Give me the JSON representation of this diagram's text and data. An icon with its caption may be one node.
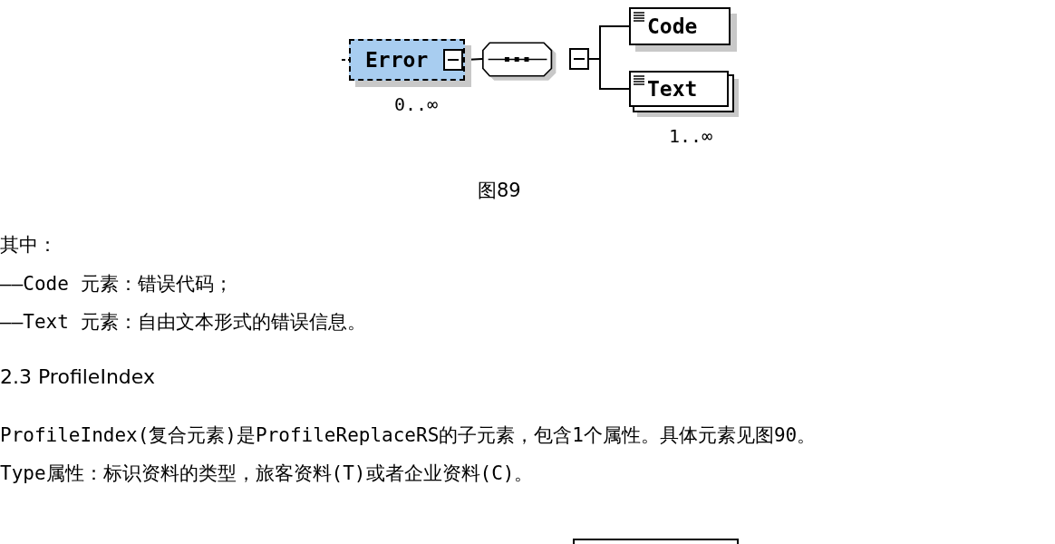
{
  "diagram": {
    "nodes": [
      {
        "text": [
          "Error"
        ],
        "beside": [
          "0..∞"
        ]
      },
      {
        "text": [],
        "shape": "octagon"
      },
      {
        "text": [
          "Code"
        ]
      },
      {
        "text": [
          "Text"
        ],
        "beside": [
          "1..∞"
        ]
      },
      {
        "text": [],
        "shape": "box"
      }
    ],
    "edges": [
      {
        "from": null,
        "to": 0,
        "arrow": "none",
        "style": "dashed"
      },
      {
        "from": 0,
        "to": 1,
        "arrow": "none"
      },
      {
        "from": 1,
        "to": 2,
        "arrow": "none"
      },
      {
        "from": 1,
        "to": 3,
        "arrow": "none"
      }
    ],
    "labels": [
      "图89",
      "其中：",
      "——Code 元素：错误代码；",
      "——Text 元素：自由文本形式的错误信息。",
      "2.3  ProfileIndex",
      "ProfileIndex(复合元素)是ProfileReplaceRS的子元素，包含1个属性。具体元素见图90。",
      "Type属性：标识资料的类型，旅客资料(T)或者企业资料(C)。"
    ]
  }
}
